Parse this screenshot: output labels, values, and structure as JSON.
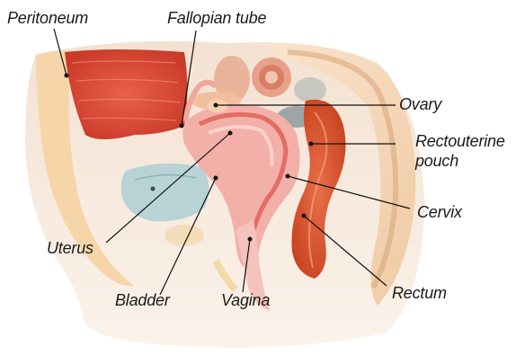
{
  "labels": {
    "peritoneum": "Peritoneum",
    "fallopian_tube": "Fallopian tube",
    "ovary": "Ovary",
    "rectouterine_line1": "Rectouterine",
    "rectouterine_line2": "pouch",
    "cervix": "Cervix",
    "uterus": "Uterus",
    "bladder": "Bladder",
    "vagina": "Vagina",
    "rectum": "Rectum"
  },
  "colors": {
    "skin": "#f7d9b8",
    "muscle": "#d8452f",
    "organ_pink": "#f2a6a0",
    "organ_light": "#f8c8c0",
    "bladder_blue": "#b9d3d8",
    "rectum": "#d9532e",
    "line": "#111111"
  }
}
